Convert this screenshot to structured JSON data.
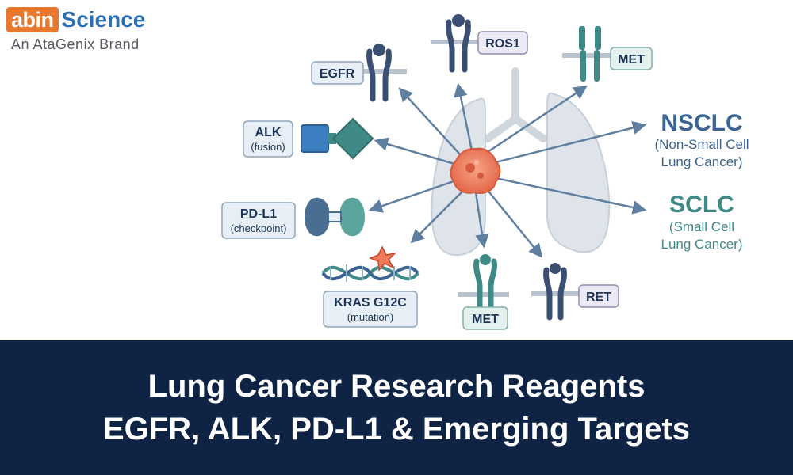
{
  "brand": {
    "logo_abin": "abin",
    "logo_science": "Science",
    "logo_tagline": "An AtaGenix Brand",
    "colors": {
      "orange": "#e8782e",
      "blue": "#2b6fb3"
    }
  },
  "diagram": {
    "center_icon": "tumor-cell-icon",
    "background_icon": "lungs-icon",
    "targets": [
      {
        "label": "EGFR",
        "icon": "receptor-icon"
      },
      {
        "label": "ROS1",
        "icon": "receptor-icon"
      },
      {
        "label": "MET",
        "icon": "receptor-icon"
      },
      {
        "label": "ALK",
        "sublabel": "(fusion)",
        "icon": "fusion-protein-icon"
      },
      {
        "label": "PD-L1",
        "sublabel": "(checkpoint)",
        "icon": "checkpoint-icon"
      },
      {
        "label": "KRAS G12C",
        "sublabel": "(mutation)",
        "icon": "dna-mutation-icon"
      },
      {
        "label": "MET",
        "icon": "receptor-icon"
      },
      {
        "label": "RET",
        "icon": "receptor-icon"
      }
    ],
    "cancer_types": [
      {
        "label": "NSCLC",
        "desc_line1": "(Non-Small Cell",
        "desc_line2": "Lung Cancer)"
      },
      {
        "label": "SCLC",
        "desc_line1": "(Small Cell",
        "desc_line2": "Lung Cancer)"
      }
    ],
    "colors": {
      "arrow": "#5f7fa0",
      "label_text": "#1c3556",
      "label_bg": "#e7eef6",
      "label_border": "#8fa5bd",
      "navy_receptor": "#3b4f73",
      "teal_receptor": "#3f8a86",
      "nsclc": "#3b6492",
      "sclc": "#3f8a86",
      "tumor": "#ef7a5a",
      "lung": "#dfe4ea"
    }
  },
  "banner": {
    "line1": "Lung Cancer Research Reagents",
    "line2": "EGFR, ALK, PD-L1 & Emerging Targets",
    "bg": "#0f2444"
  }
}
